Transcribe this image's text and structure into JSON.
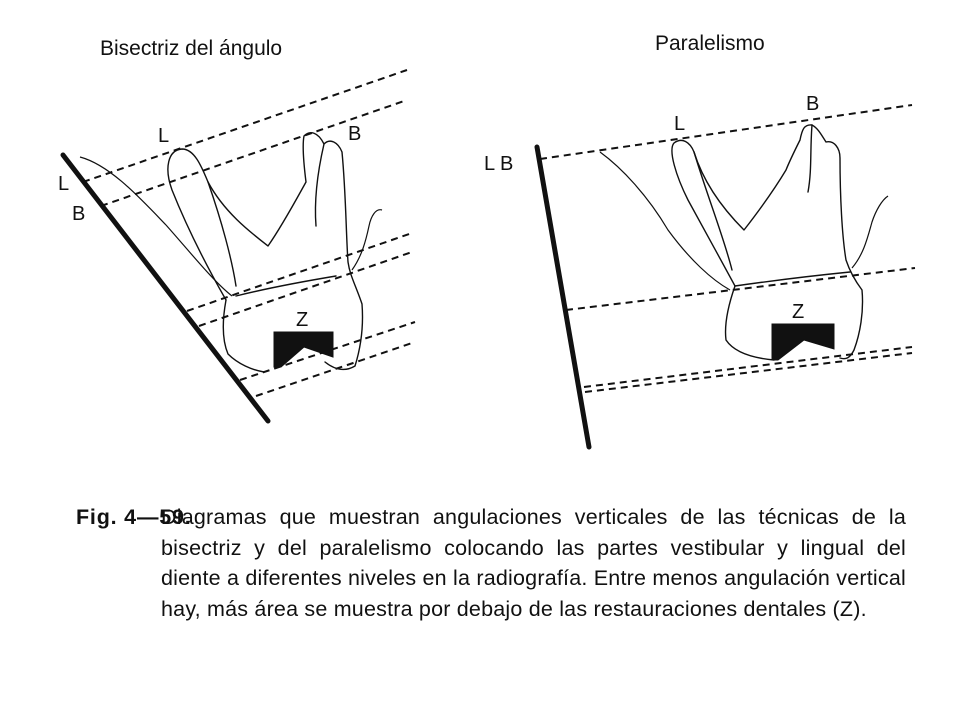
{
  "diagrams": {
    "left": {
      "title": "Bisectriz del ángulo",
      "film_labels": {
        "l": "L",
        "b": "B"
      },
      "root_labels": {
        "l": "L",
        "b": "B"
      },
      "restoration_label": "Z"
    },
    "right": {
      "title": "Paralelismo",
      "film_label": "L B",
      "root_labels": {
        "l": "L",
        "b": "B"
      },
      "restoration_label": "Z"
    }
  },
  "caption": {
    "figure_number": "Fig. 4—59.",
    "text": "Diagramas que muestran angulaciones verticales de las técnicas de la bisectriz y del paralelismo colocando las partes vestibular y lingual del diente a diferentes niveles en la radiografía. Entre menos angulación vertical hay, más área se muestra por debajo de las restauraciones dentales (Z)."
  }
}
